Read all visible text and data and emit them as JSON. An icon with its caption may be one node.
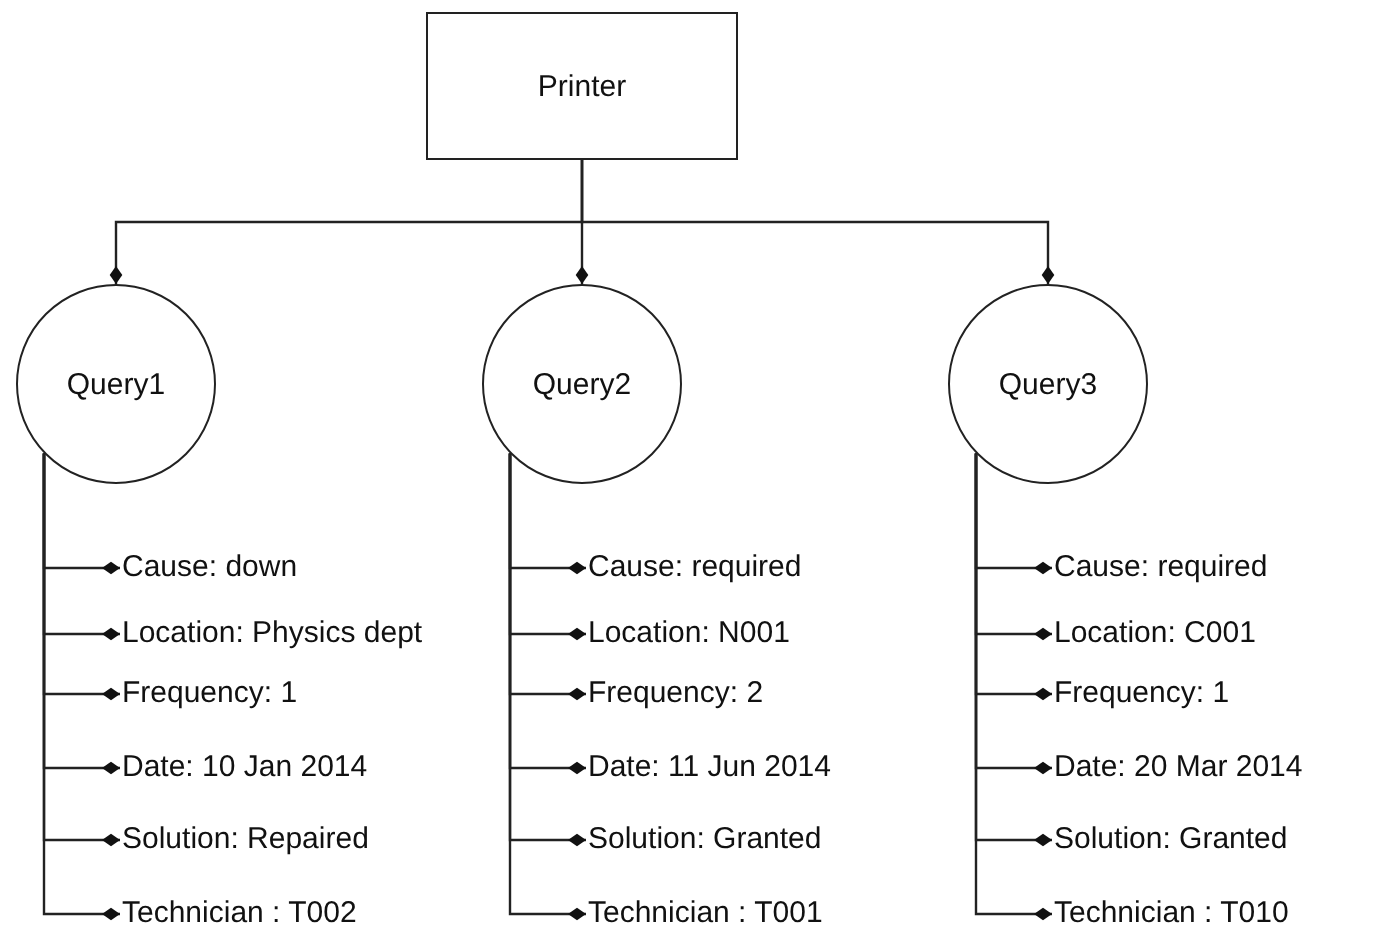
{
  "diagram": {
    "nodes": [
      {
        "text": [
          "Printer"
        ]
      },
      {
        "text": [
          "Query1"
        ]
      },
      {
        "text": [
          "Query2"
        ]
      },
      {
        "text": [
          "Query3"
        ]
      },
      {
        "text": [
          "Cause: down"
        ]
      },
      {
        "text": [
          "Location: Physics dept"
        ]
      },
      {
        "text": [
          "Frequency: 1"
        ]
      },
      {
        "text": [
          "Date: 10 Jan 2014"
        ]
      },
      {
        "text": [
          "Solution: Repaired"
        ]
      },
      {
        "text": [
          "Technician : T002"
        ]
      },
      {
        "text": [
          "Cause: required"
        ]
      },
      {
        "text": [
          "Location: N001"
        ]
      },
      {
        "text": [
          "Frequency: 2"
        ]
      },
      {
        "text": [
          "Date: 11 Jun 2014"
        ]
      },
      {
        "text": [
          "Solution: Granted"
        ]
      },
      {
        "text": [
          "Technician : T001"
        ]
      },
      {
        "text": [
          "Cause: required"
        ]
      },
      {
        "text": [
          "Location: C001"
        ]
      },
      {
        "text": [
          "Frequency: 1"
        ]
      },
      {
        "text": [
          "Date: 20 Mar 2014"
        ]
      },
      {
        "text": [
          "Solution: Granted"
        ]
      },
      {
        "text": [
          "Technician : T010"
        ]
      }
    ],
    "edges": [
      {
        "from": 0,
        "to": 1,
        "arrow": "other"
      },
      {
        "from": 0,
        "to": 2,
        "arrow": "other"
      },
      {
        "from": 0,
        "to": 3,
        "arrow": "other"
      },
      {
        "from": 1,
        "to": 4,
        "arrow": "other"
      },
      {
        "from": 1,
        "to": 5,
        "arrow": "other"
      },
      {
        "from": 1,
        "to": 6,
        "arrow": "other"
      },
      {
        "from": 1,
        "to": 7,
        "arrow": "other"
      },
      {
        "from": 1,
        "to": 8,
        "arrow": "other"
      },
      {
        "from": 1,
        "to": 9,
        "arrow": "other"
      },
      {
        "from": 2,
        "to": 10,
        "arrow": "other"
      },
      {
        "from": 2,
        "to": 11,
        "arrow": "other"
      },
      {
        "from": 2,
        "to": 12,
        "arrow": "other"
      },
      {
        "from": 2,
        "to": 13,
        "arrow": "other"
      },
      {
        "from": 2,
        "to": 14,
        "arrow": "other"
      },
      {
        "from": 2,
        "to": 15,
        "arrow": "other"
      },
      {
        "from": 3,
        "to": 16,
        "arrow": "other"
      },
      {
        "from": 3,
        "to": 17,
        "arrow": "other"
      },
      {
        "from": 3,
        "to": 18,
        "arrow": "other"
      },
      {
        "from": 3,
        "to": 19,
        "arrow": "other"
      },
      {
        "from": 3,
        "to": 20,
        "arrow": "other"
      },
      {
        "from": 3,
        "to": 21,
        "arrow": "other"
      }
    ]
  }
}
